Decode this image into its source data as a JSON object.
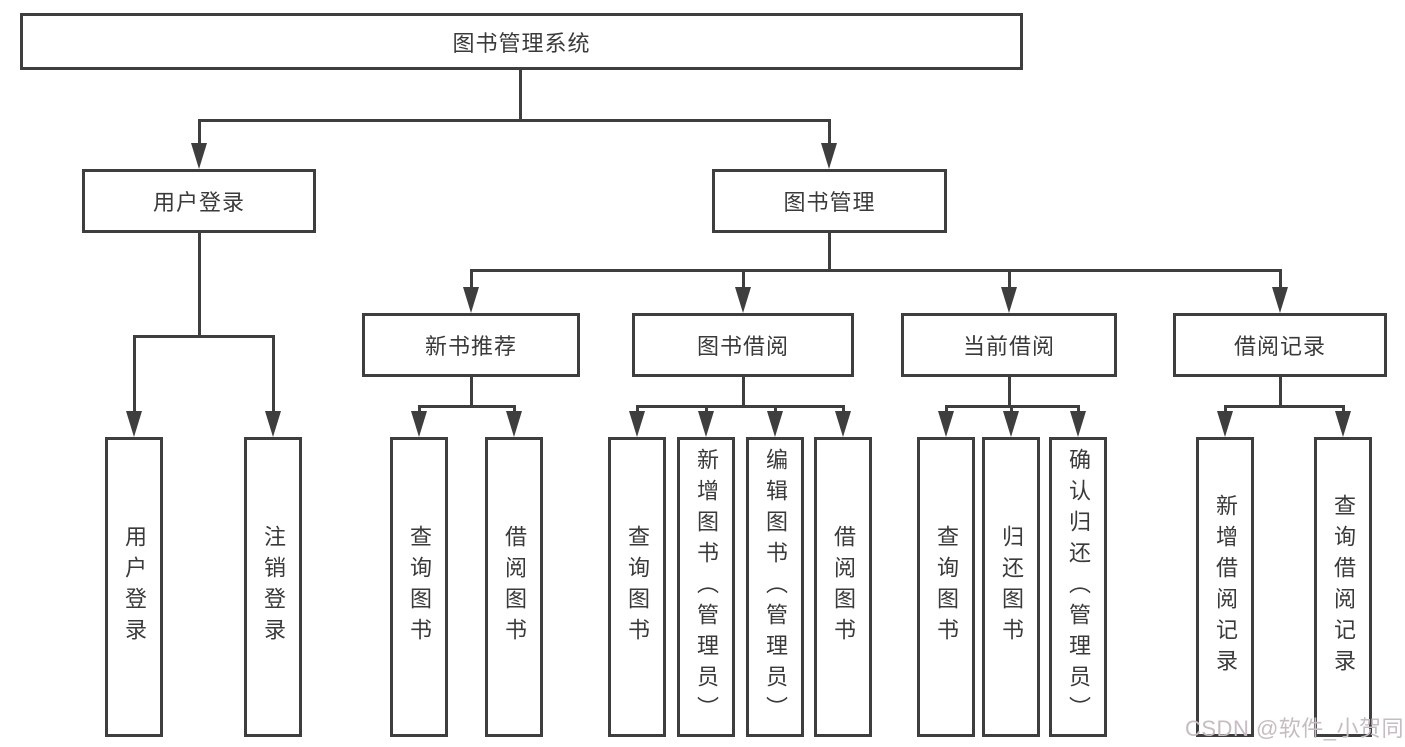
{
  "diagram_type": "hierarchy-tree",
  "colors": {
    "line": "#3e3e3e",
    "text": "#3a3a3a",
    "background": "#ffffff",
    "watermark": "#c6bcc1"
  },
  "watermark": "CSDN @软件_小贺同学",
  "tree": {
    "label": "图书管理系统",
    "children": [
      {
        "label": "用户登录",
        "children": [
          {
            "label": "用户登录"
          },
          {
            "label": "注销登录"
          }
        ]
      },
      {
        "label": "图书管理",
        "children": [
          {
            "label": "新书推荐",
            "children": [
              {
                "label": "查询图书"
              },
              {
                "label": "借阅图书"
              }
            ]
          },
          {
            "label": "图书借阅",
            "children": [
              {
                "label": "查询图书"
              },
              {
                "label": "新增图书（管理员）"
              },
              {
                "label": "编辑图书（管理员）"
              },
              {
                "label": "借阅图书"
              }
            ]
          },
          {
            "label": "当前借阅",
            "children": [
              {
                "label": "查询图书"
              },
              {
                "label": "归还图书"
              },
              {
                "label": "确认归还（管理员）"
              }
            ]
          },
          {
            "label": "借阅记录",
            "children": [
              {
                "label": "新增借阅记录"
              },
              {
                "label": "查询借阅记录"
              }
            ]
          }
        ]
      }
    ]
  }
}
